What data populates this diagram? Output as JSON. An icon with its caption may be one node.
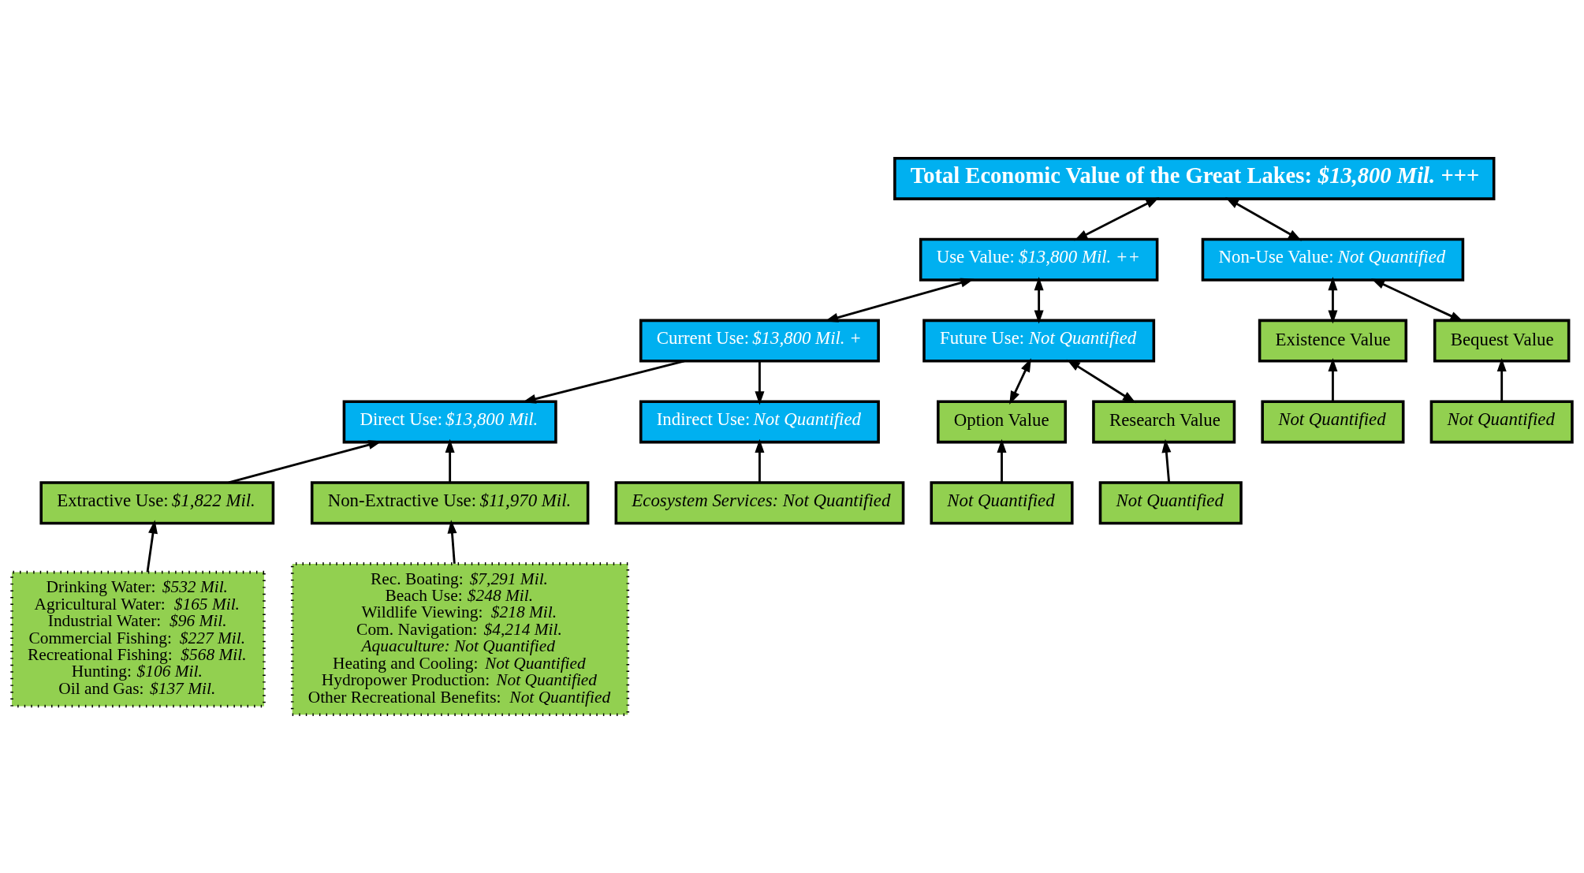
{
  "diagram": {
    "nodes": [
      {
        "text": [
          "Total Economic Value of the Great Lakes: *$13,800 Mil. +++*"
        ]
      },
      {
        "text": [
          "Use Value: *$13,800 Mil. ++*"
        ]
      },
      {
        "text": [
          "Non-Use Value: *Not Quantified*"
        ]
      },
      {
        "text": [
          "Current Use: *$13,800 Mil. +*"
        ]
      },
      {
        "text": [
          "Future Use: *Not Quantified*"
        ]
      },
      {
        "text": [
          "Existence Value"
        ]
      },
      {
        "text": [
          "Bequest Value"
        ]
      },
      {
        "text": [
          "Not Quantified"
        ]
      },
      {
        "text": [
          "Not Quantified"
        ]
      },
      {
        "text": [
          "Direct Use: *$13,800 Mil.*"
        ]
      },
      {
        "text": [
          "Indirect Use: *Not Quantified*"
        ]
      },
      {
        "text": [
          "Option Value"
        ]
      },
      {
        "text": [
          "Research Value"
        ]
      },
      {
        "text": [
          "Not Quantified"
        ]
      },
      {
        "text": [
          "Not Quantified"
        ]
      },
      {
        "text": [
          "Ecosystem Services: Not Quantified"
        ]
      },
      {
        "text": [
          "Extractive Use: *$1,822 Mil.*"
        ]
      },
      {
        "text": [
          "Non-Extractive Use: *$11,970 Mil.*"
        ]
      },
      {
        "text": [
          "Drinking Water: *$532 Mil.*",
          "Agricultural Water: *$165 Mil.*",
          "Industrial Water: *$96 Mil.*",
          "Commercial Fishing: *$227 Mil.*",
          "Recreational Fishing: *$568 Mil.*",
          "Hunting: *$106 Mil.*",
          "Oil and Gas: *$137 Mil.*"
        ]
      },
      {
        "text": [
          "Rec. Boating: *$7,291 Mil.*",
          "Beach Use: *$248 Mil.*",
          "Wildlife Viewing: *$218 Mil.*",
          "Com. Navigation: *$4,214 Mil.*",
          "*Aquaculture: Not Quantified*",
          "Heating and Cooling: *Not Quantified*",
          "Hydropower Production: *Not Quantified*",
          "Other Recreational Benefits: *Not Quantified*"
        ]
      }
    ],
    "edges": [
      {
        "from": 1,
        "to": 0,
        "arrow": "both"
      },
      {
        "from": 2,
        "to": 0,
        "arrow": "both"
      },
      {
        "from": 3,
        "to": 1,
        "arrow": "both"
      },
      {
        "from": 4,
        "to": 1,
        "arrow": "both"
      },
      {
        "from": 5,
        "to": 2,
        "arrow": "both"
      },
      {
        "from": 6,
        "to": 2,
        "arrow": "both"
      },
      {
        "from": 7,
        "to": 5,
        "arrow": "to"
      },
      {
        "from": 8,
        "to": 6,
        "arrow": "to"
      },
      {
        "from": 3,
        "to": 9,
        "arrow": "to"
      },
      {
        "from": 3,
        "to": 10,
        "arrow": "to"
      },
      {
        "from": 11,
        "to": 4,
        "arrow": "both"
      },
      {
        "from": 12,
        "to": 4,
        "arrow": "both"
      },
      {
        "from": 13,
        "to": 11,
        "arrow": "to"
      },
      {
        "from": 14,
        "to": 12,
        "arrow": "to"
      },
      {
        "from": 15,
        "to": 10,
        "arrow": "to"
      },
      {
        "from": 16,
        "to": 9,
        "arrow": "to"
      },
      {
        "from": 17,
        "to": 9,
        "arrow": "to"
      },
      {
        "from": 18,
        "to": 16,
        "arrow": "to"
      },
      {
        "from": 19,
        "to": 17,
        "arrow": "to"
      }
    ]
  }
}
